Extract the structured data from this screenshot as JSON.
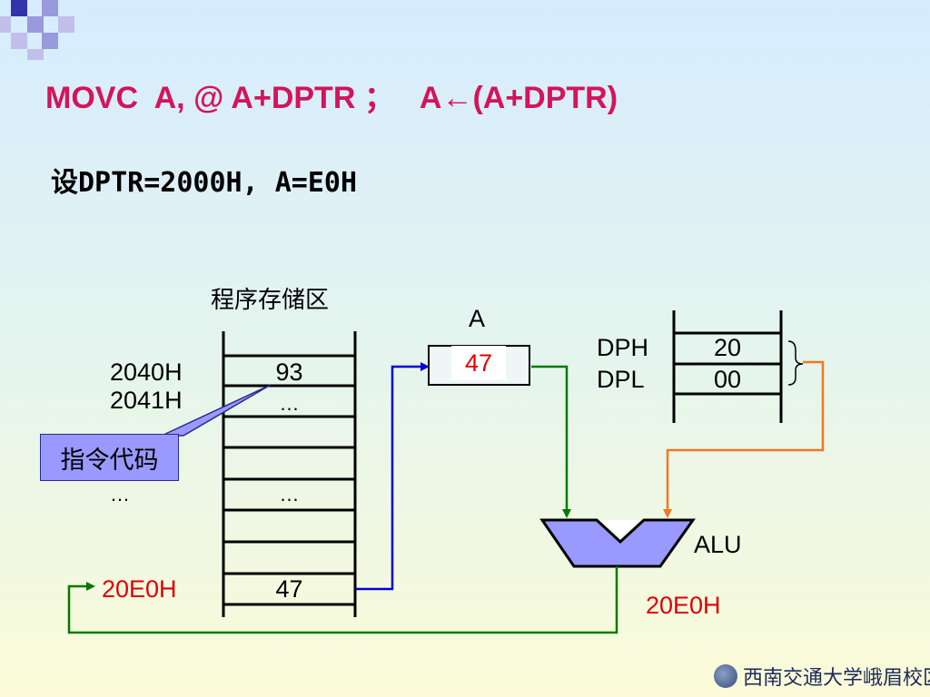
{
  "slide": {
    "title": "MOVC  A, @ A+DPTR ；   A←(A+DPTR)",
    "subtitle": "设DPTR=2000H, A=E0H"
  },
  "memory": {
    "label": "程序存储区",
    "rows": [
      {
        "address": "2040H",
        "value": "93"
      },
      {
        "address": "2041H",
        "value": "…"
      },
      {
        "address": "",
        "value": ""
      },
      {
        "address": "…",
        "value": "…"
      },
      {
        "address": "",
        "value": ""
      },
      {
        "address": "20E0H",
        "value": "47"
      }
    ]
  },
  "callout": "指令代码",
  "register_a": {
    "label": "A",
    "value": "47"
  },
  "dptr": {
    "dph_label": "DPH",
    "dph_value": "20",
    "dpl_label": "DPL",
    "dpl_value": "00"
  },
  "alu": {
    "label": "ALU",
    "output": "20E0H"
  },
  "footer": {
    "logo_text": "西南交通大学峨眉校区"
  },
  "colors": {
    "title": "#d4145a",
    "highlight": "#e00000",
    "green_path": "#007a00",
    "blue_path": "#0000dd",
    "orange_path": "#f07820",
    "alu_fill": "#9999ff"
  },
  "icons": [
    "university-logo-icon",
    "brace-icon"
  ]
}
